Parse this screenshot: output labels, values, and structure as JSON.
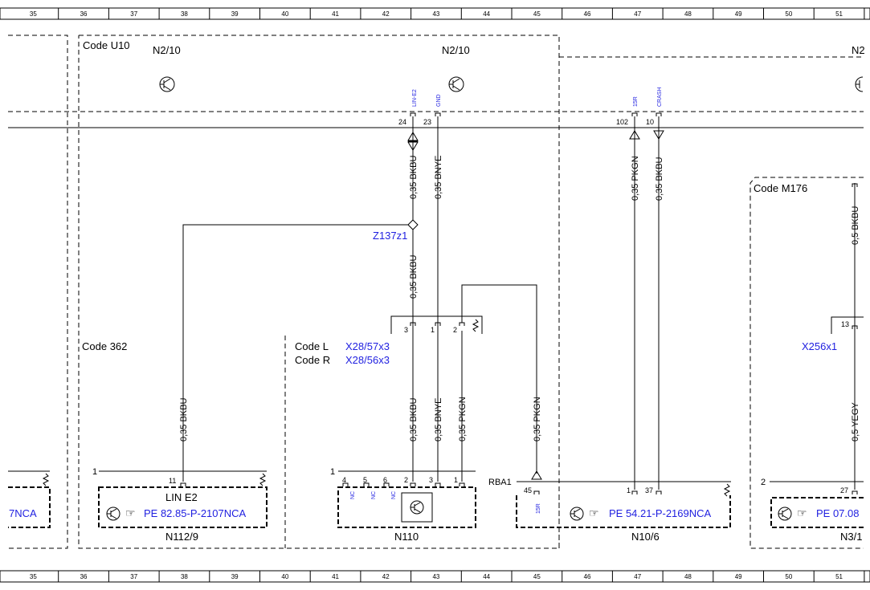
{
  "ruler": {
    "columns": [
      "35",
      "36",
      "37",
      "38",
      "39",
      "40",
      "41",
      "42",
      "43",
      "44",
      "45",
      "46",
      "47",
      "48",
      "49",
      "50",
      "51",
      ""
    ]
  },
  "labels": {
    "code_u10": "Code U10",
    "n2_10_left": "N2/10",
    "n2_10_center": "N2/10",
    "n2_right_partial": "N2",
    "code_362": "Code 362",
    "code_l": "Code L",
    "code_r": "Code R",
    "code_m176": "Code M176",
    "rba1": "RBA1"
  },
  "signals": {
    "lin_e2": "LIN-E2",
    "gnd": "GND",
    "r15": "15R",
    "crash": "CRASH",
    "r15_n10": "15R"
  },
  "pins": {
    "p24": "24",
    "p23": "23",
    "p102": "102",
    "p10": "10",
    "x3_3": "3",
    "x3_1": "1",
    "x3_2": "2",
    "p11": "11",
    "p13": "13",
    "n110_4": "4",
    "n110_5": "5",
    "n110_6": "6",
    "n110_2": "2",
    "n110_3": "3",
    "n110_1": "1",
    "p45": "45",
    "p1_n10": "1",
    "p37": "37",
    "p27": "27",
    "idx1_n112": "1",
    "idx1_n110": "1",
    "idx2_n3": "2"
  },
  "nc": {
    "nc4": "NC",
    "nc5": "NC",
    "nc6": "NC"
  },
  "wires": {
    "w_43_top": "0,35 BKBU",
    "w_44_top": "0,35 BNYE",
    "w_47": "0,35 PKGN",
    "w_48": "0,35 BKBU",
    "w_43_mid": "0,35 BKBU",
    "w_39": "0,35 BKBU",
    "w_43_bot": "0,35 BKBU",
    "w_44_bot": "0,35 BNYE",
    "w_44b_bot": "0,35 PKGN",
    "w_45": "0,35 PKGN",
    "w_m176_top": "0,5 BKBU",
    "w_m176_bot": "0,5 YEGY"
  },
  "links": {
    "z137": "Z137z1",
    "x28_57": "X28/57x3",
    "x28_56": "X28/56x3",
    "x256": "X256x1",
    "pe_left_partial": "7NCA",
    "pe_n112": "PE 82.85-P-2107NCA",
    "pe_n10": "PE 54.21-P-2169NCA",
    "pe_n3": "PE 07.08"
  },
  "components": {
    "lin_e2_label": "LIN E2",
    "n112": "N112/9",
    "n110": "N110",
    "n10": "N10/6",
    "n3": "N3/1"
  },
  "colors": {
    "link": "#1f1fe0",
    "line": "#000000"
  }
}
